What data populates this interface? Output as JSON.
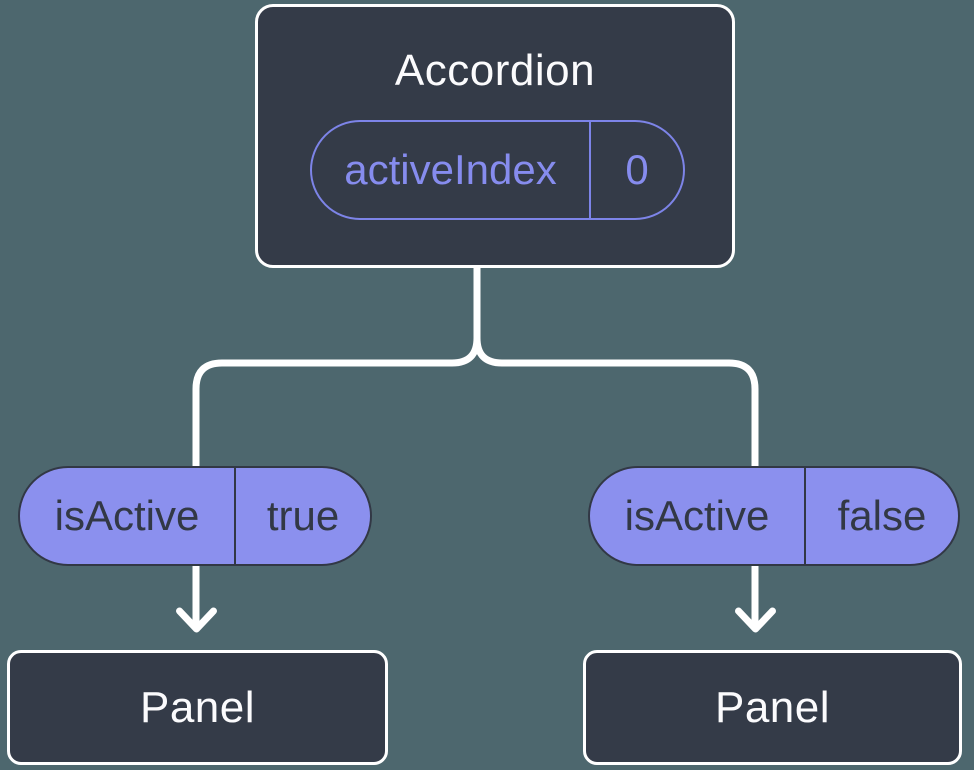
{
  "colors": {
    "background": "#4d676e",
    "node_fill": "#343b48",
    "node_border": "#ffffff",
    "pill_fill": "#8b90ee",
    "pill_dark": "#323845",
    "purple_outline": "#7d84e8",
    "purple_text": "#868cee",
    "text_light": "#fbfbfd",
    "connector": "#ffffff"
  },
  "root": {
    "title": "Accordion",
    "prop": {
      "name": "activeIndex",
      "value": "0"
    }
  },
  "branches": [
    {
      "prop": {
        "name": "isActive",
        "value": "true"
      },
      "panel_label": "Panel"
    },
    {
      "prop": {
        "name": "isActive",
        "value": "false"
      },
      "panel_label": "Panel"
    }
  ]
}
